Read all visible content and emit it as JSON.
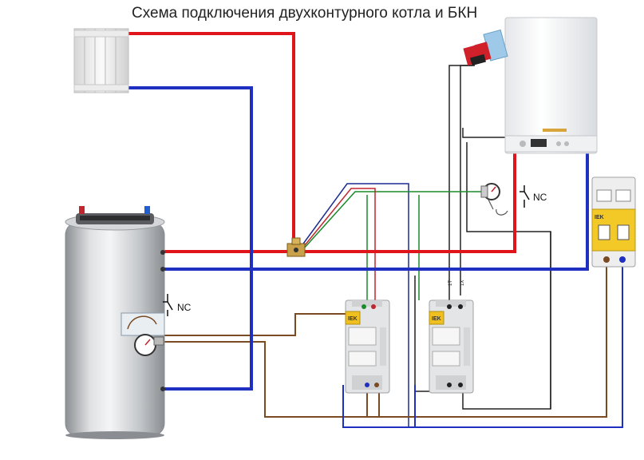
{
  "title": "Схема подключения двухконтурного котла и БКН",
  "labels": {
    "nc_boiler_thermostat": "NC",
    "nc_bkn_thermostat": "NC",
    "relay_mark_left": "IEK",
    "relay_mark_right": "IEK",
    "breaker_mark": "IEK",
    "contactor_wire_a": "1Т",
    "contactor_wire_b": "1Х"
  },
  "colors": {
    "red_pipe": "#e0151b",
    "blue_pipe": "#1f2fbf",
    "green_wire": "#1a8a2a",
    "brown_wire": "#7a4a22",
    "black_wire": "#222222",
    "navy_wire": "#1b2b8f"
  }
}
